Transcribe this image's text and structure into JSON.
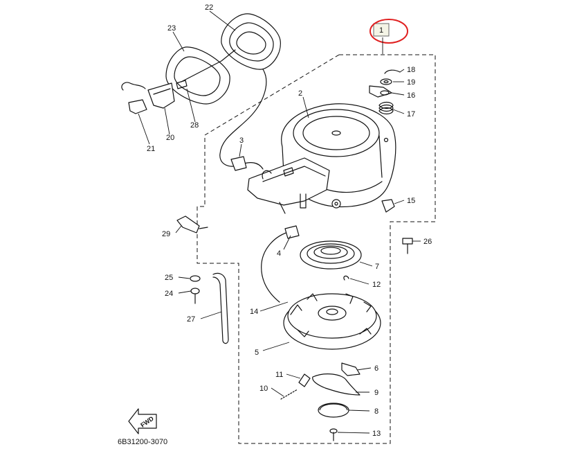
{
  "diagram": {
    "assembly_callout": "1",
    "part_code": "6B31200-3070",
    "fwd_label": "FWD",
    "highlight_color": "#e02020",
    "callouts": [
      "2",
      "3",
      "4",
      "5",
      "6",
      "7",
      "8",
      "9",
      "10",
      "11",
      "12",
      "13",
      "14",
      "15",
      "16",
      "17",
      "18",
      "19",
      "20",
      "21",
      "22",
      "23",
      "24",
      "25",
      "26",
      "27",
      "28",
      "29"
    ]
  }
}
